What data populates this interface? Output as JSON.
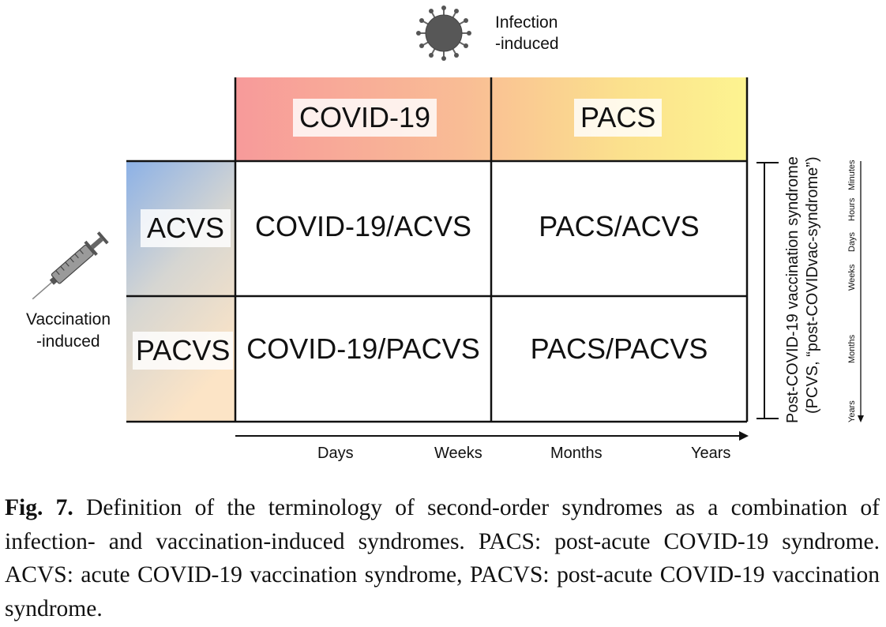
{
  "infection": {
    "line1": "Infection",
    "line2": "-induced"
  },
  "vaccination": {
    "line1": "Vaccination",
    "line2": "-induced"
  },
  "columns": [
    "COVID-19",
    "PACS"
  ],
  "rows": [
    "ACVS",
    "PACVS"
  ],
  "cells": [
    [
      "COVID-19/ACVS",
      "PACS/ACVS"
    ],
    [
      "COVID-19/PACVS",
      "PACS/PACVS"
    ]
  ],
  "time_axis": [
    "Days",
    "Weeks",
    "Months",
    "Years"
  ],
  "pcvs": {
    "line1": "Post-COVID-19 vaccination syndrome",
    "line2": "(PCVS, “post-COVIDvac-syndrome”)"
  },
  "vertical_time_axis": [
    "Minutes",
    "Hours",
    "Days",
    "Weeks",
    "Months",
    "Years"
  ],
  "caption": {
    "label": "Fig. 7.",
    "text": " Definition of the terminology of second-order syndromes as a combination of infection- and vaccination-induced syndromes. PACS: post-acute COVID-19 syndrome. ACVS: acute COVID-19 vaccination syndrome, PACVS: post-acute COVID-19 vaccination syndrome."
  },
  "colors": {
    "header_gradient": [
      "#f79a9a",
      "#f7bd96",
      "#fbe38d",
      "#fdf48f"
    ],
    "row_gradient": [
      "#8fb3e4",
      "#d8d8d3",
      "#fbe3c5"
    ],
    "line": "#111111"
  }
}
